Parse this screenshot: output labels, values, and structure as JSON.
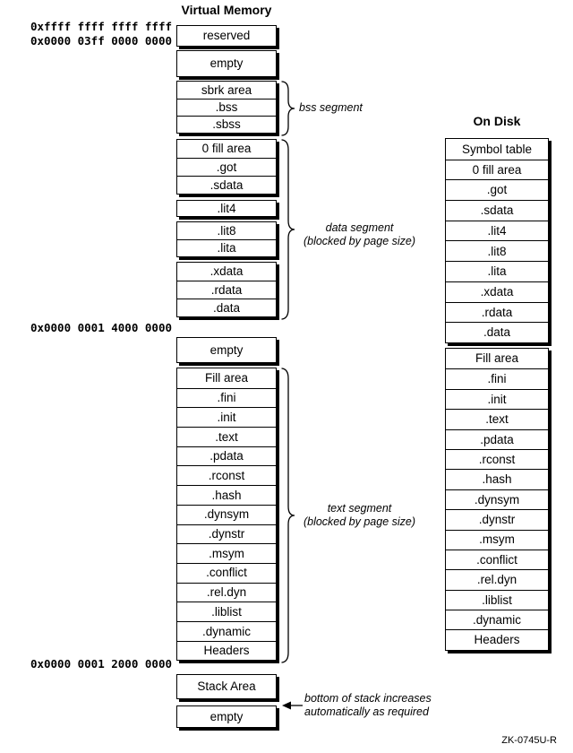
{
  "figure": {
    "vm_title": "Virtual Memory",
    "disk_title": "On Disk",
    "figure_id": "ZK-0745U-R"
  },
  "colors": {
    "ink": "#000000",
    "background": "#ffffff",
    "shadow": "#000000"
  },
  "addresses": [
    "0xffff ffff ffff ffff",
    "0x0000 03ff 0000 0000",
    "0x0000 0001 4000 0000",
    "0x0000 0001 2000 0000"
  ],
  "vm": {
    "groups": [
      [
        "reserved"
      ],
      [
        "empty"
      ],
      [
        "sbrk area",
        ".bss",
        ".sbss"
      ],
      [
        "0 fill area",
        ".got",
        ".sdata"
      ],
      [
        ".lit4"
      ],
      [
        ".lit8",
        ".lita"
      ],
      [
        ".xdata",
        ".rdata",
        ".data"
      ],
      [
        "empty"
      ],
      [
        "Fill area",
        ".fini",
        ".init",
        ".text",
        ".pdata",
        ".rconst",
        ".hash",
        ".dynsym",
        ".dynstr",
        ".msym",
        ".conflict",
        ".rel.dyn",
        ".liblist",
        ".dynamic",
        "Headers"
      ],
      [
        "Stack Area"
      ],
      [
        "empty"
      ]
    ]
  },
  "disk": {
    "groups": [
      [
        "Symbol table",
        "0 fill area",
        ".got",
        ".sdata",
        ".lit4",
        ".lit8",
        ".lita",
        ".xdata",
        ".rdata",
        ".data"
      ],
      [
        "Fill area",
        ".fini",
        ".init",
        ".text",
        ".pdata",
        ".rconst",
        ".hash",
        ".dynsym",
        ".dynstr",
        ".msym",
        ".conflict",
        ".rel.dyn",
        ".liblist",
        ".dynamic",
        "Headers"
      ]
    ]
  },
  "annotations": {
    "bss_segment": "bss segment",
    "data_segment_line1": "data segment",
    "data_segment_line2": "(blocked by page size)",
    "text_segment_line1": "text segment",
    "text_segment_line2": "(blocked by page size)",
    "stack_note_line1": "bottom of stack increases",
    "stack_note_line2": "automatically as required"
  }
}
